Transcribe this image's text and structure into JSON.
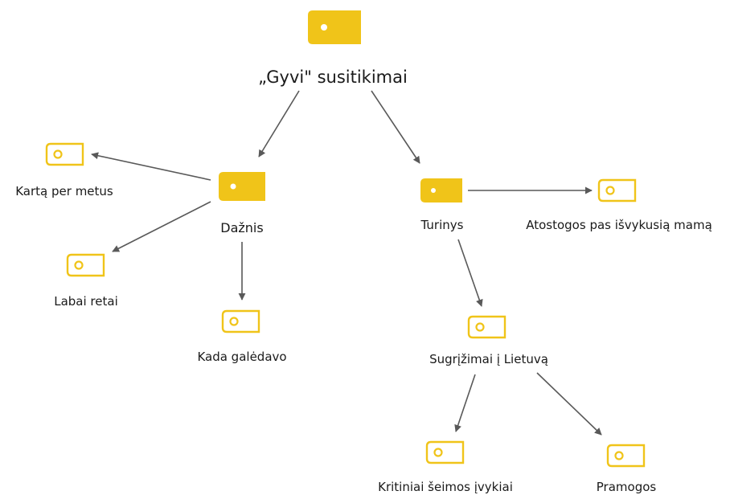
{
  "colors": {
    "tag": "#f0c419",
    "tag_hole": "#ffffff",
    "edge": "#595959",
    "text": "#1a1a1a"
  },
  "icon": "tag-icon",
  "nodes": {
    "root": {
      "label": "„Gyvi\" susitikimai",
      "style": "filled"
    },
    "daznis": {
      "label": "Dažnis",
      "style": "filled"
    },
    "turinys": {
      "label": "Turinys",
      "style": "filled"
    },
    "kartas_per_metus": {
      "label": "Kartą per metus",
      "style": "outline"
    },
    "labai_retai": {
      "label": "Labai retai",
      "style": "outline"
    },
    "kada_galedavo": {
      "label": "Kada galėdavo",
      "style": "outline"
    },
    "atostogos": {
      "label": "Atostogos pas išvykusią mamą",
      "style": "outline"
    },
    "sugrizimai": {
      "label": "Sugrįžimai į Lietuvą",
      "style": "outline"
    },
    "kritiniai": {
      "label": "Kritiniai šeimos įvykiai",
      "style": "outline"
    },
    "pramogos": {
      "label": "Pramogos",
      "style": "outline"
    }
  },
  "edges": [
    {
      "from": "root",
      "to": "daznis"
    },
    {
      "from": "root",
      "to": "turinys"
    },
    {
      "from": "daznis",
      "to": "kartas_per_metus"
    },
    {
      "from": "daznis",
      "to": "labai_retai"
    },
    {
      "from": "daznis",
      "to": "kada_galedavo"
    },
    {
      "from": "turinys",
      "to": "atostogos"
    },
    {
      "from": "turinys",
      "to": "sugrizimai"
    },
    {
      "from": "sugrizimai",
      "to": "kritiniai"
    },
    {
      "from": "sugrizimai",
      "to": "pramogos"
    }
  ]
}
